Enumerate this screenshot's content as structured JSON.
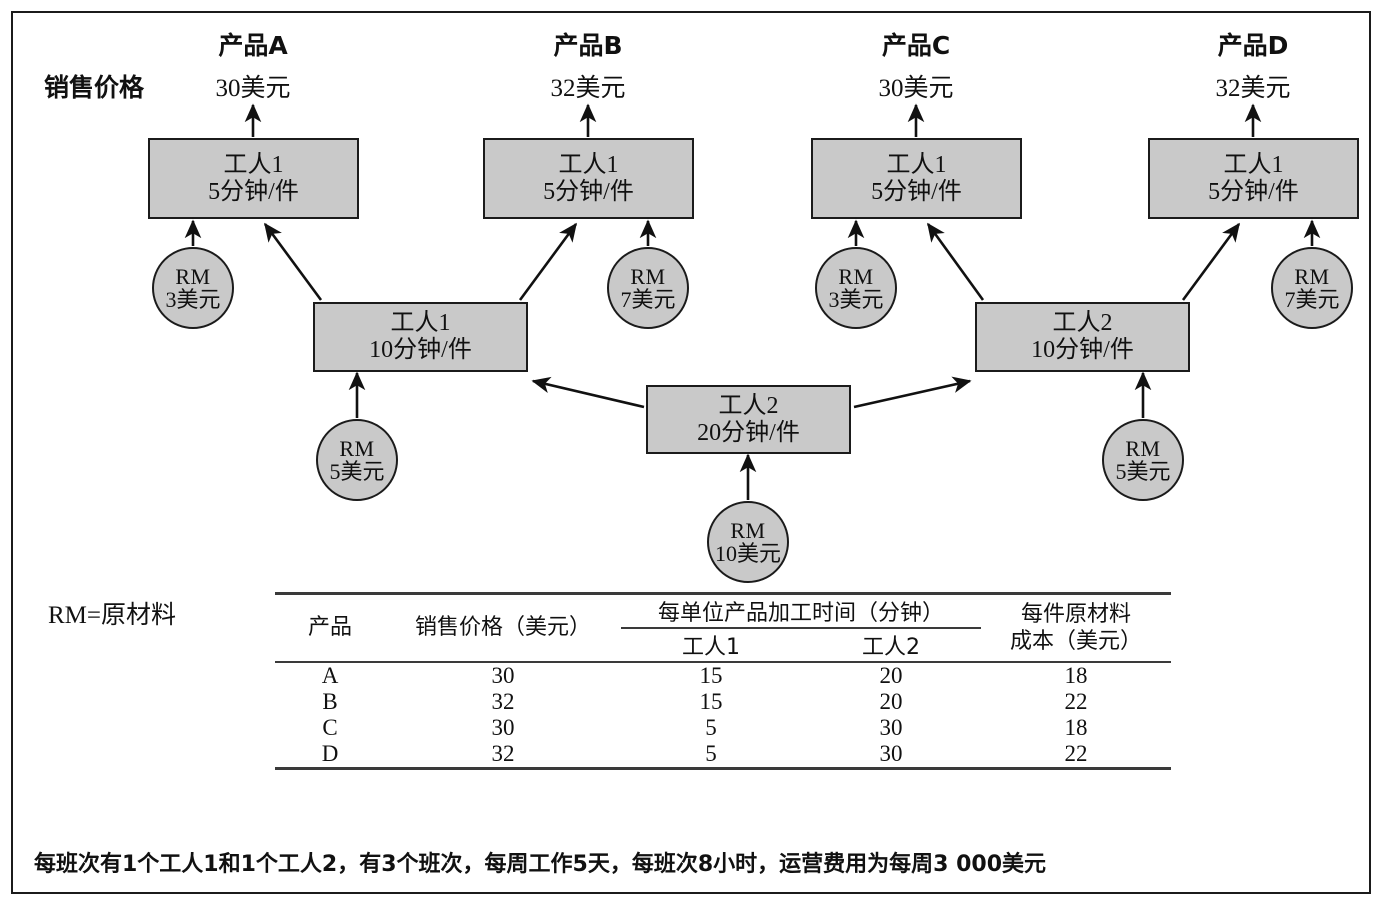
{
  "legend": {
    "sales_price_label": "销售价格",
    "rm_legend": "RM=原材料"
  },
  "products": [
    {
      "title": "产品A",
      "price": "30美元"
    },
    {
      "title": "产品B",
      "price": "32美元"
    },
    {
      "title": "产品C",
      "price": "30美元"
    },
    {
      "title": "产品D",
      "price": "32美元"
    }
  ],
  "top_stations": [
    {
      "worker": "工人1",
      "rate": "5分钟/件"
    },
    {
      "worker": "工人1",
      "rate": "5分钟/件"
    },
    {
      "worker": "工人1",
      "rate": "5分钟/件"
    },
    {
      "worker": "工人1",
      "rate": "5分钟/件"
    }
  ],
  "mid_stations": [
    {
      "worker": "工人1",
      "rate": "10分钟/件"
    },
    {
      "worker": "工人2",
      "rate": "10分钟/件"
    }
  ],
  "bottom_station": {
    "worker": "工人2",
    "rate": "20分钟/件"
  },
  "raw_materials": [
    {
      "label": "RM",
      "cost": "3美元"
    },
    {
      "label": "RM",
      "cost": "7美元"
    },
    {
      "label": "RM",
      "cost": "3美元"
    },
    {
      "label": "RM",
      "cost": "7美元"
    },
    {
      "label": "RM",
      "cost": "5美元"
    },
    {
      "label": "RM",
      "cost": "5美元"
    },
    {
      "label": "RM",
      "cost": "10美元"
    }
  ],
  "table": {
    "col_product": "产品",
    "col_price": "销售价格（美元）",
    "col_time_group": "每单位产品加工时间（分钟）",
    "col_worker1": "工人1",
    "col_worker2": "工人2",
    "col_rm_cost_line1": "每件原材料",
    "col_rm_cost_line2": "成本（美元）",
    "rows": [
      {
        "product": "A",
        "price": "30",
        "worker1": "15",
        "worker2": "20",
        "rm_cost": "18"
      },
      {
        "product": "B",
        "price": "32",
        "worker1": "15",
        "worker2": "20",
        "rm_cost": "22"
      },
      {
        "product": "C",
        "price": "30",
        "worker1": "5",
        "worker2": "30",
        "rm_cost": "18"
      },
      {
        "product": "D",
        "price": "32",
        "worker1": "5",
        "worker2": "30",
        "rm_cost": "22"
      }
    ]
  },
  "caption": "每班次有1个工人1和1个工人2，有3个班次，每周工作5天，每班次8小时，运营费用为每周3 000美元",
  "chart_data": {
    "type": "table",
    "title": "产品流程与加工时间",
    "categories": [
      "A",
      "B",
      "C",
      "D"
    ],
    "series": [
      {
        "name": "销售价格（美元）",
        "values": [
          30,
          32,
          30,
          32
        ]
      },
      {
        "name": "工人1加工时间（分钟）",
        "values": [
          15,
          15,
          5,
          5
        ]
      },
      {
        "name": "工人2加工时间（分钟）",
        "values": [
          20,
          20,
          30,
          30
        ]
      },
      {
        "name": "每件原材料成本（美元）",
        "values": [
          18,
          22,
          18,
          22
        ]
      }
    ],
    "raw_material_costs": [
      3,
      7,
      3,
      7,
      5,
      5,
      10
    ],
    "station_rates_min_per_piece": [
      5,
      5,
      5,
      5,
      10,
      10,
      20
    ],
    "xlabel": "产品",
    "ylabel": "",
    "legend": "none",
    "grid": false
  },
  "colors": {
    "node_fill": "#c9c9c9",
    "stroke": "#1b1b1b",
    "frame": "#1b1b1b",
    "rule": "#3a3a3a"
  }
}
